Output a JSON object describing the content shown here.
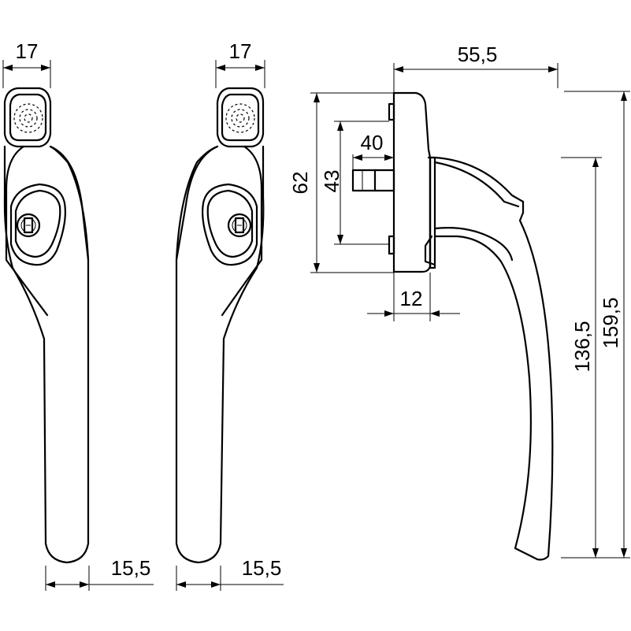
{
  "dimensions": {
    "front_top_width_left": "17",
    "front_top_width_right": "17",
    "front_bottom_width_left": "15,5",
    "front_bottom_width_right": "15,5",
    "side_total_depth": "55,5",
    "rose_height": "62",
    "spindle_spacing": "43",
    "spindle_length": "40",
    "rose_thickness": "12",
    "grip_length": "136,5",
    "total_length": "159,5"
  }
}
